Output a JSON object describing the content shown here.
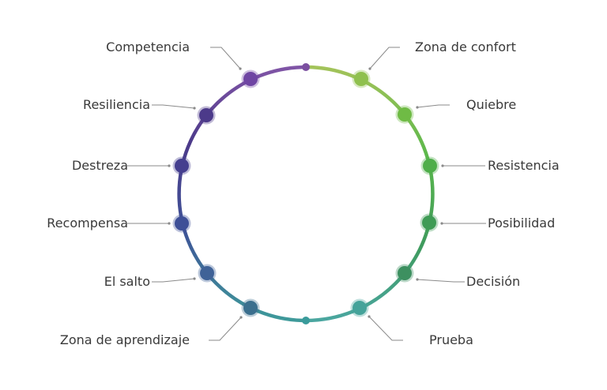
{
  "title": "",
  "colors": {
    "purple": "#7b4fa0",
    "indigo": "#4a3f8a",
    "blue": "#3f5e99",
    "teal": "#3a9b9b",
    "green": "#5bb85a",
    "lime": "#9dc45a",
    "connector": "#8a8a8a",
    "text": "#3a3a3a"
  },
  "stages": [
    {
      "label": "Zona de confort",
      "side": "right",
      "color": "#8fc04e"
    },
    {
      "label": "Quiebre",
      "side": "right",
      "color": "#6fbb45"
    },
    {
      "label": "Resistencia",
      "side": "right",
      "color": "#4fae4a"
    },
    {
      "label": "Posibilidad",
      "side": "right",
      "color": "#3f9b55"
    },
    {
      "label": "Decisión",
      "side": "right",
      "color": "#3d9060"
    },
    {
      "label": "Prueba",
      "side": "right",
      "color": "#45a39a"
    },
    {
      "label": "Zona de aprendizaje",
      "side": "left",
      "color": "#3b6f8e"
    },
    {
      "label": "El salto",
      "side": "left",
      "color": "#3f6297"
    },
    {
      "label": "Recompensa",
      "side": "left",
      "color": "#3e4f97"
    },
    {
      "label": "Destreza",
      "side": "left",
      "color": "#453f8f"
    },
    {
      "label": "Resiliencia",
      "side": "left",
      "color": "#4c3a8a"
    },
    {
      "label": "Competencia",
      "side": "left",
      "color": "#6f45a3"
    }
  ]
}
